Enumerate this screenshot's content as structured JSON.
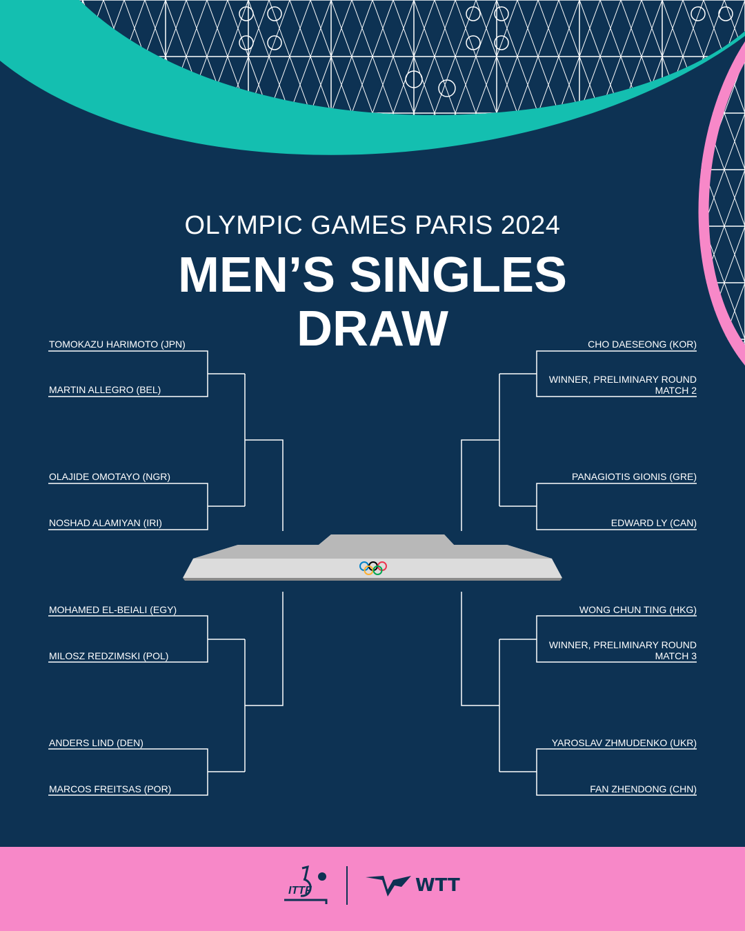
{
  "header": {
    "event": "OLYMPIC GAMES PARIS 2024",
    "title_line1": "MEN’S SINGLES",
    "title_line2": "DRAW"
  },
  "bracket": {
    "left": [
      "TOMOKAZU HARIMOTO (JPN)",
      "MARTIN ALLEGRO (BEL)",
      "OLAJIDE OMOTAYO (NGR)",
      "NOSHAD ALAMIYAN (IRI)",
      "MOHAMED EL-BEIALI (EGY)",
      "MILOSZ REDZIMSKI (POL)",
      "ANDERS LIND (DEN)",
      "MARCOS FREITSAS (POR)"
    ],
    "right": [
      "CHO DAESEONG (KOR)",
      "WINNER, PRELIMINARY ROUND",
      "MATCH 2",
      "PANAGIOTIS GIONIS (GRE)",
      "EDWARD LY (CAN)",
      "WONG CHUN TING (HKG)",
      "WINNER, PRELIMINARY ROUND",
      "MATCH 3",
      "YAROSLAV ZHMUDENKO (UKR)",
      "FAN ZHENDONG (CHN)"
    ]
  },
  "footer": {
    "logo1": "ITTF",
    "logo2": "WTT"
  },
  "colors": {
    "navy": "#0d3253",
    "teal": "#14bfb0",
    "pink": "#f788c8"
  }
}
